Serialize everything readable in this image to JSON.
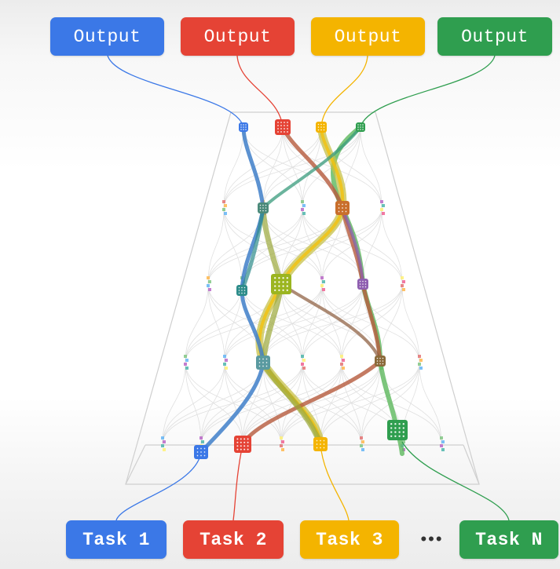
{
  "outputs": [
    {
      "label": "Output",
      "color": "#3b78e7"
    },
    {
      "label": "Output",
      "color": "#e54335"
    },
    {
      "label": "Output",
      "color": "#f4b400"
    },
    {
      "label": "Output",
      "color": "#2f9e4f"
    }
  ],
  "tasks": [
    {
      "label": "Task 1",
      "color": "#3b78e7"
    },
    {
      "label": "Task 2",
      "color": "#e54335"
    },
    {
      "label": "Task 3",
      "color": "#f4b400"
    },
    {
      "label": "Task N",
      "color": "#2f9e4f"
    }
  ],
  "ellipsis": "•••"
}
